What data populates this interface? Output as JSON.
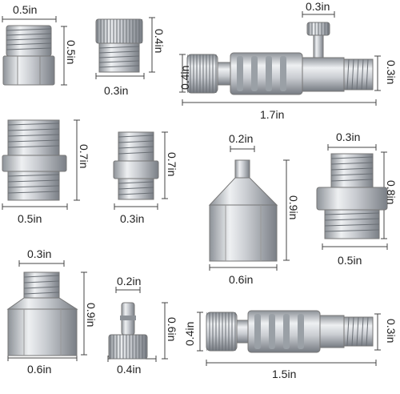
{
  "image": {
    "description_colors": {
      "metal_light": "#e9eaec",
      "metal_mid": "#b8bcc2",
      "metal_dark": "#6d7278",
      "line": "#555555"
    }
  },
  "fittings": [
    {
      "id": "f1",
      "w": "0.5in",
      "h": "0.5in"
    },
    {
      "id": "f2",
      "w": "0.3in",
      "h": "0.4in"
    },
    {
      "id": "f3",
      "top": "0.3in",
      "left": "0.4in",
      "right": "0.3in",
      "length": "1.7in"
    },
    {
      "id": "f4",
      "w": "0.5in",
      "h": "0.7in"
    },
    {
      "id": "f5",
      "w": "0.3in",
      "h": "0.7in"
    },
    {
      "id": "f6",
      "top": "0.2in",
      "h": "0.9in",
      "w": "0.6in"
    },
    {
      "id": "f7",
      "top": "0.3in",
      "h": "0.8in",
      "w": "0.5in"
    },
    {
      "id": "f8",
      "top": "0.3in",
      "h": "0.9in",
      "w": "0.6in"
    },
    {
      "id": "f9",
      "top": "0.2in",
      "h": "0.6in",
      "w": "0.4in"
    },
    {
      "id": "f10",
      "left": "0.4in",
      "right": "0.3in",
      "length": "1.5in"
    }
  ]
}
